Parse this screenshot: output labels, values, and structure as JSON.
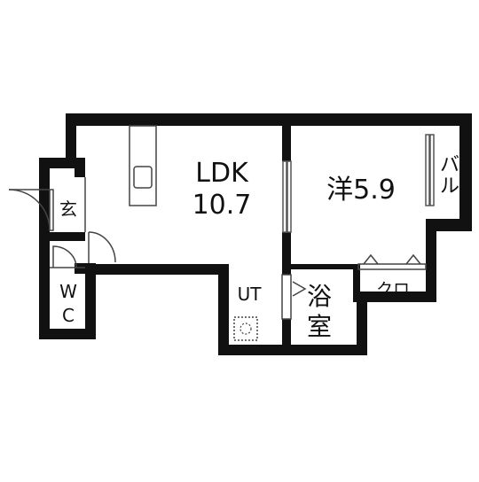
{
  "rooms": {
    "ldk_name": "LDK",
    "ldk_size": "10.7",
    "western_room": "洋5.9",
    "entrance": "玄",
    "wc_line1": "W",
    "wc_line2": "C",
    "utility": "UT",
    "bath_line1": "浴",
    "bath_line2": "室",
    "closet": "クロ",
    "balcony_line1": "バ",
    "balcony_line2": "ル"
  },
  "colors": {
    "wall": "#111111",
    "fill": "#ffffff",
    "line": "#555555"
  }
}
